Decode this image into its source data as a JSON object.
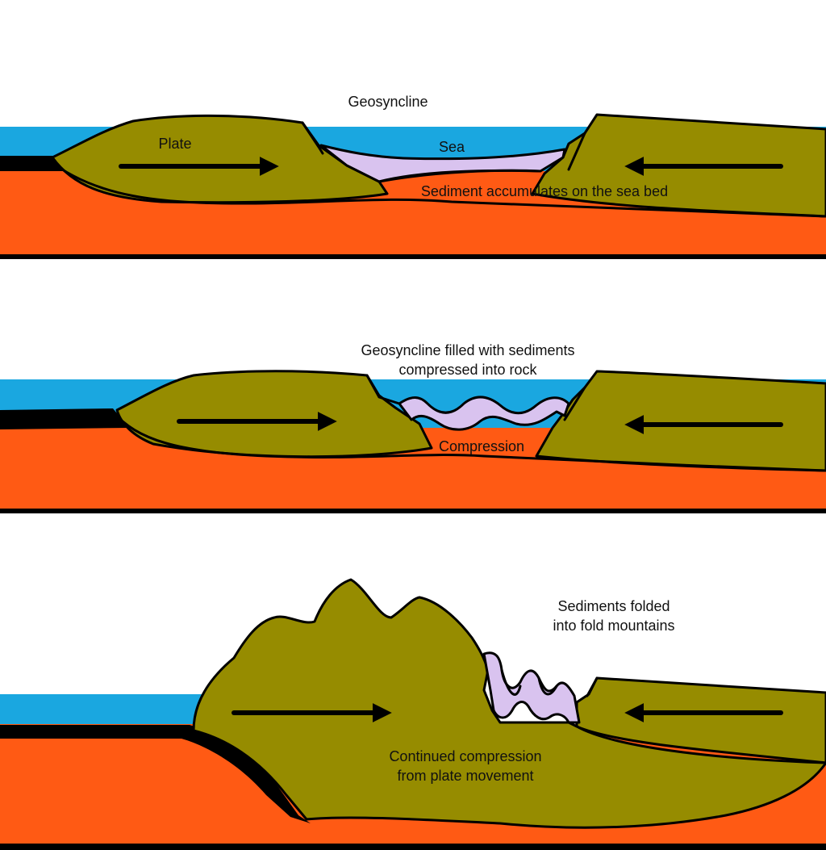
{
  "colors": {
    "sea": "#1aa7e0",
    "mantle": "#ff5a14",
    "plate": "#968c00",
    "sediment": "#d9c3ef",
    "outline": "#000000",
    "divider": "#000000"
  },
  "panels": [
    {
      "labels": {
        "geosyncline": "Geosyncline",
        "plate": "Plate",
        "sea": "Sea",
        "sediment": "Sediment accumulates on the sea bed"
      }
    },
    {
      "labels": {
        "line1": "Geosyncline filled with sediments",
        "line2": "compressed into rock",
        "compression": "Compression"
      }
    },
    {
      "labels": {
        "folded1": "Sediments folded",
        "folded2": "into fold mountains",
        "continued1": "Continued compression",
        "continued2": "from plate movement"
      }
    }
  ]
}
